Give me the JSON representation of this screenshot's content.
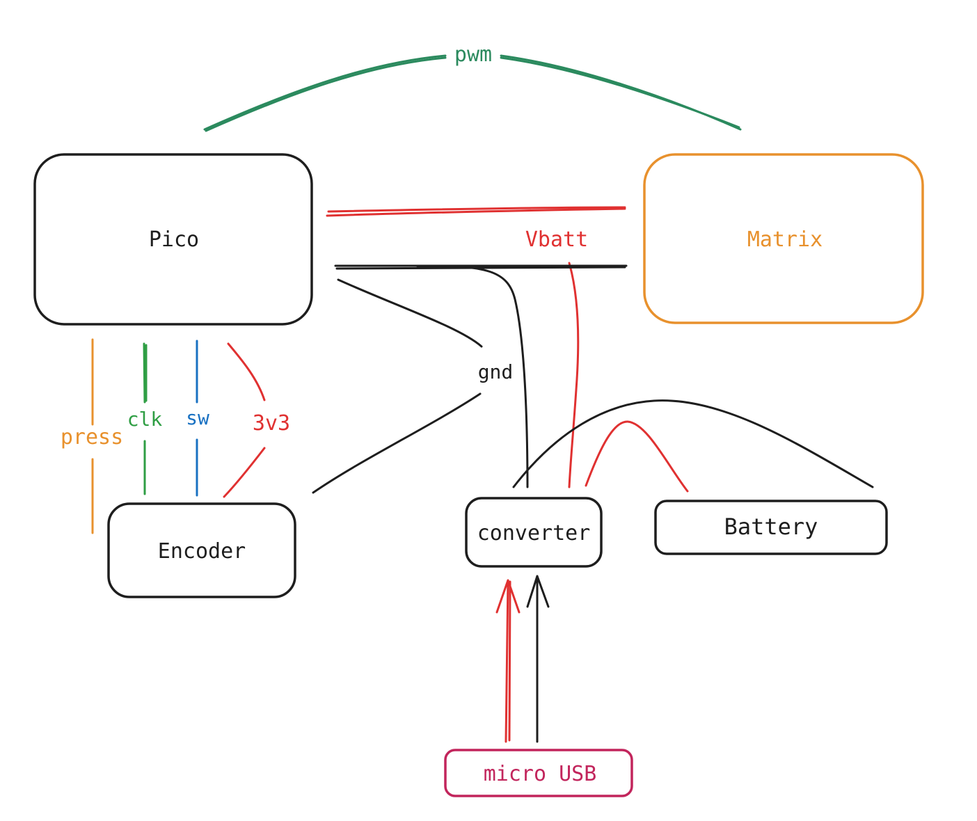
{
  "colors": {
    "black": "#1e1e1e",
    "red": "#e03131",
    "green": "#2f9e44",
    "pwm_green": "#2b8a5e",
    "blue": "#1971c2",
    "orange": "#e8912d",
    "magenta": "#c2255c"
  },
  "nodes": {
    "pico": "Pico",
    "matrix": "Matrix",
    "encoder": "Encoder",
    "converter": "converter",
    "battery": "Battery",
    "micro_usb": "micro USB"
  },
  "wire_labels": {
    "pwm": "pwm",
    "vbatt": "Vbatt",
    "gnd": "gnd",
    "press": "press",
    "clk": "clk",
    "sw": "sw",
    "v3v3": "3v3"
  }
}
